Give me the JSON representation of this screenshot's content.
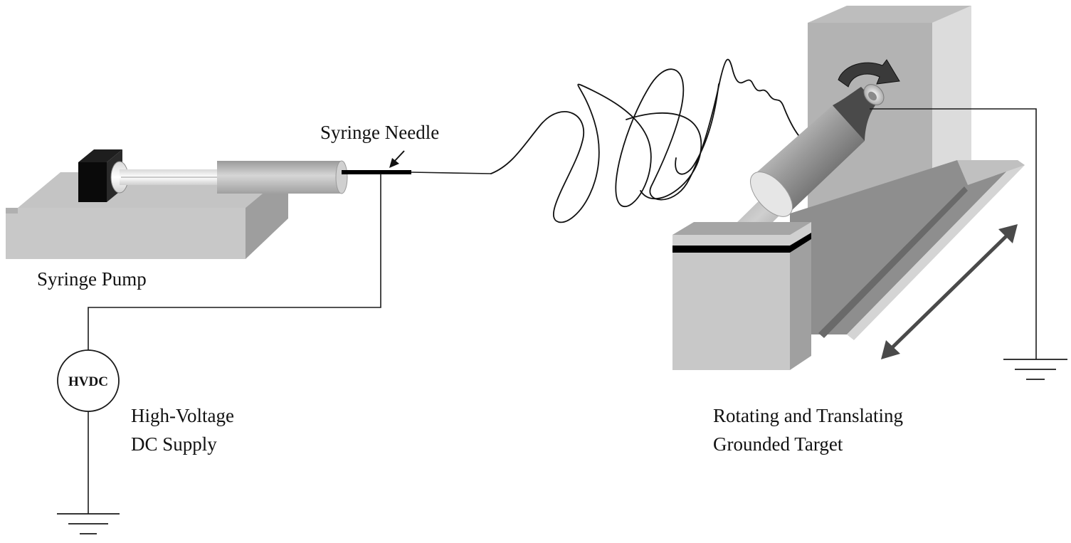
{
  "labels": {
    "syringe_needle": "Syringe Needle",
    "syringe_pump": "Syringe Pump",
    "hvdc": "HVDC",
    "supply_line1": "High-Voltage",
    "supply_line2": "DC Supply",
    "target_line1": "Rotating and Translating",
    "target_line2": "Grounded Target"
  },
  "colors": {
    "wire": "#1a1a1a",
    "light_gray": "#c8c8c8",
    "mid_gray": "#a9a9a9",
    "dark_gray": "#5a5a5a",
    "black": "#000000"
  },
  "icons": {
    "rotation_arrow": "curved-arrow-icon",
    "translation_arrow": "double-headed-arrow-icon",
    "ground": "ground-symbol-icon"
  }
}
